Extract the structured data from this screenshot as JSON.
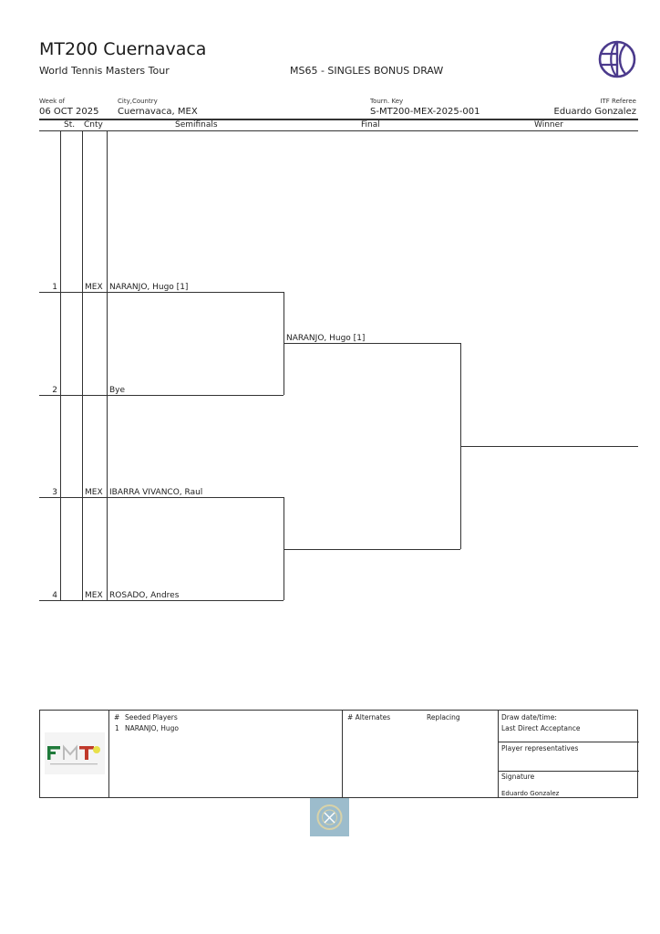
{
  "header": {
    "title": "MT200 Cuernavaca",
    "subtitle": "World Tennis Masters Tour",
    "event": "MS65 - SINGLES BONUS DRAW",
    "logo_icon": "itf-globe-tennis-ball-icon",
    "accent_color": "#4b3a8c"
  },
  "info": {
    "week_label": "Week of",
    "week_value": "06 OCT 2025",
    "city_label": "City,Country",
    "city_value": "Cuernavaca, MEX",
    "key_label": "Tourn. Key",
    "key_value": "S-MT200-MEX-2025-001",
    "referee_label": "ITF Referee",
    "referee_value": "Eduardo Gonzalez"
  },
  "columns": {
    "st": "St.",
    "cnty": "Cnty",
    "semifinals": "Semifinals",
    "final": "Final",
    "winner": "Winner"
  },
  "draw": {
    "semifinals": [
      {
        "num": "1",
        "st": "",
        "cnty": "MEX",
        "name": "NARANJO, Hugo [1]"
      },
      {
        "num": "2",
        "st": "",
        "cnty": "",
        "name": "Bye"
      },
      {
        "num": "3",
        "st": "",
        "cnty": "MEX",
        "name": "IBARRA VIVANCO, Raul"
      },
      {
        "num": "4",
        "st": "",
        "cnty": "MEX",
        "name": "ROSADO, Andres"
      }
    ],
    "final": [
      {
        "name": "NARANJO, Hugo [1]"
      },
      {
        "name": ""
      }
    ],
    "winner": {
      "name": ""
    }
  },
  "footer": {
    "seeded_hash": "#",
    "seeded_title": "Seeded Players",
    "seeded": [
      {
        "num": "1",
        "name": "NARANJO, Hugo"
      }
    ],
    "alternates_title": "# Alternates",
    "replacing_title": "Replacing",
    "draw_date_label": "Draw date/time:",
    "lda_label": "Last Direct Acceptance",
    "player_reps_label": "Player representatives",
    "signature_label": "Signature",
    "signature_name": "Eduardo Gonzalez",
    "federation_logo_text": "FMT",
    "federation_logo_caption": "FEDERACION MEXICANA DE TENIS"
  }
}
